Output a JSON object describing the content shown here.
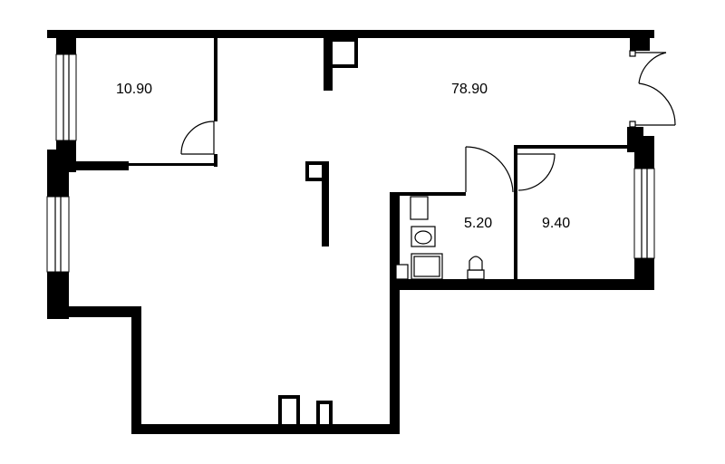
{
  "plan": {
    "rooms": [
      {
        "id": "room-a",
        "area": "10.90"
      },
      {
        "id": "room-main",
        "area": "78.90"
      },
      {
        "id": "room-bath",
        "area": "5.20"
      },
      {
        "id": "room-b",
        "area": "9.40"
      }
    ]
  }
}
